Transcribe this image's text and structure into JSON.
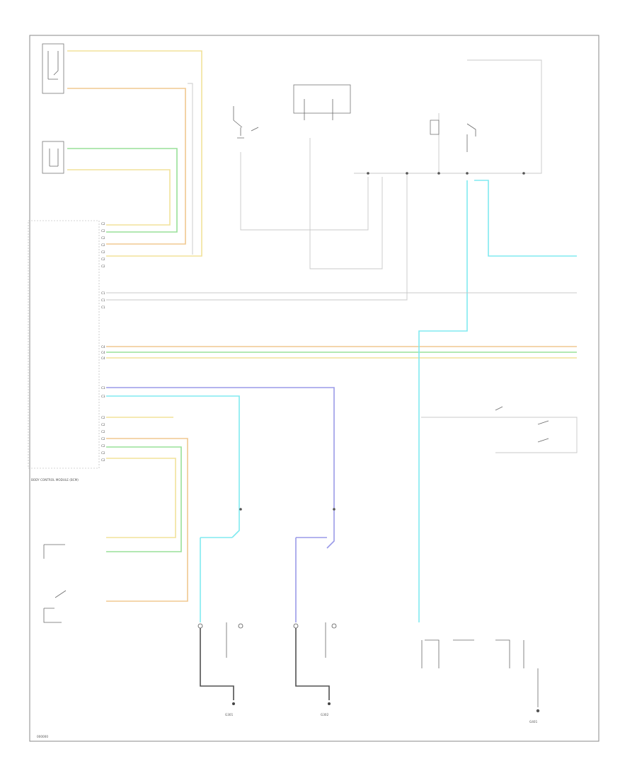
{
  "diagram": {
    "footer_code": "000000",
    "left_module_label": "BODY CONTROL MODULE (BCM)",
    "pin_labels": [
      "C2",
      "C2",
      "C2",
      "C2",
      "C2",
      "C2",
      "C2",
      "C1",
      "C1",
      "C1",
      "C4",
      "C4",
      "C4",
      "C3",
      "C3",
      "C2",
      "C2",
      "C2",
      "C2",
      "C2",
      "C2",
      "C2"
    ],
    "ground_labels": [
      "G301",
      "G302",
      "G401"
    ],
    "colors": {
      "yellow_wire": "#f2e29a",
      "orange_wire": "#f0c890",
      "green_wire": "#98e098",
      "cyan_wire": "#80eaf0",
      "blue_wire": "#9a9ae8",
      "gray_wire": "#c8c8c8",
      "ground_wire": "#505050"
    }
  }
}
